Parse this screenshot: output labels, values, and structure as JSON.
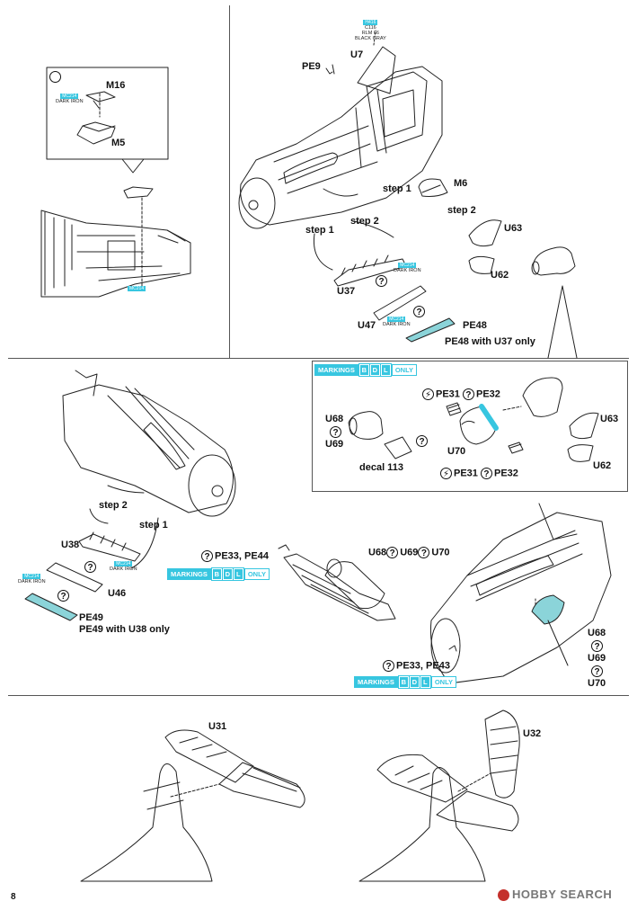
{
  "page_number": "8",
  "watermark": {
    "text": "HOBBY SEARCH"
  },
  "marking_badge": {
    "prefix": "MARKINGS",
    "letters": [
      "B",
      "D",
      "L"
    ],
    "suffix": "ONLY"
  },
  "paints": {
    "dark_iron_code": "MC214",
    "dark_iron_name": "DARK IRON",
    "black_gray_code": "H416",
    "black_gray_c": "C116",
    "black_gray_rlm": "RLM 66",
    "black_gray_name": "BLACK GRAY"
  },
  "section1": {
    "M16": "M16",
    "M5": "M5"
  },
  "section2": {
    "PE9": "PE9",
    "U7": "U7",
    "M6": "M6",
    "step1a": "step 1",
    "step2a": "step 2",
    "step1b": "step 1",
    "step2b": "step 2",
    "U63": "U63",
    "U62": "U62",
    "U37": "U37",
    "U47": "U47",
    "PE48": "PE48",
    "PE48_note": "PE48 with U37 only"
  },
  "section3": {
    "PE31a": "PE31",
    "PE32a": "PE32",
    "U68": "U68",
    "U69": "U69",
    "decal": "decal 113",
    "U70": "U70",
    "PE31b": "PE31",
    "PE32b": "PE32",
    "U63": "U63",
    "U62": "U62"
  },
  "section4": {
    "step2": "step 2",
    "step1": "step 1",
    "U38": "U38",
    "U46": "U46",
    "PE49": "PE49",
    "PE49_note": "PE49 with U38 only"
  },
  "section5": {
    "pe33_44": "PE33, PE44",
    "u_combo_a": "U68",
    "u_combo_b": "U69",
    "u_combo_c": "U70"
  },
  "section6": {
    "pe33_43": "PE33, PE43",
    "U68": "U68",
    "U69": "U69",
    "U70": "U70"
  },
  "section7": {
    "U31": "U31",
    "U32": "U32"
  }
}
